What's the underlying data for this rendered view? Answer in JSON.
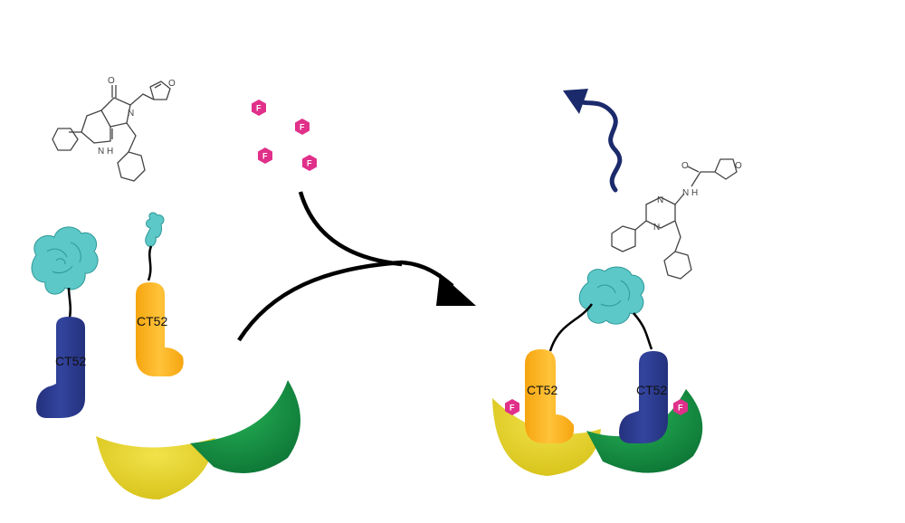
{
  "labels": {
    "ct52_left_blue": "CT52",
    "ct52_left_orange": "CT52",
    "ct52_right_orange": "CT52",
    "ct52_right_blue": "CT52"
  },
  "fluorine": {
    "symbol": "F"
  },
  "substrate": {
    "carbonyl_o": "O",
    "ring_n": "N",
    "nh": "N",
    "h": "H",
    "furan_o": "O"
  },
  "product": {
    "carbonyl_o": "O",
    "nh": "N",
    "h": "H",
    "furan_o": "O",
    "ring_n1": "N",
    "ring_n2": "N"
  },
  "colors": {
    "blue_protein": "#2b3990",
    "orange_protein": "#fbb520",
    "yellow_crescent": "#e8d62b",
    "green_crescent": "#1a9a48",
    "nanoluc": "#5cc8c8",
    "fluorine_hex": "#e0308a",
    "light_wave": "#1b2a6b",
    "arrow": "#000000"
  },
  "icons": {
    "light": "wavy-arrow-icon",
    "reaction": "curved-arrow-icon"
  }
}
